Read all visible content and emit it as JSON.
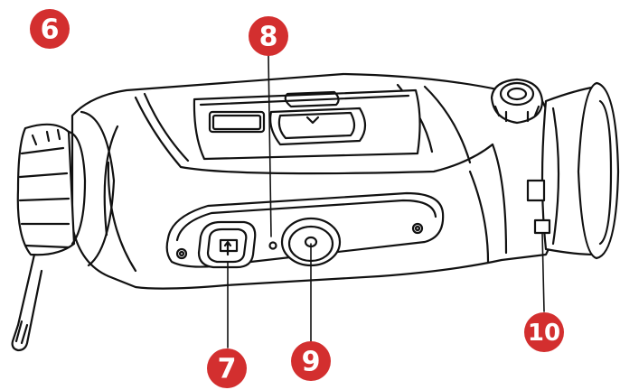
{
  "callouts": [
    {
      "id": "6",
      "label": "6"
    },
    {
      "id": "8",
      "label": "8"
    },
    {
      "id": "7",
      "label": "7"
    },
    {
      "id": "9",
      "label": "9"
    },
    {
      "id": "10",
      "label": "10"
    }
  ],
  "colors": {
    "badge": "#d32f2f",
    "line": "#111111",
    "fill": "#ffffff"
  }
}
